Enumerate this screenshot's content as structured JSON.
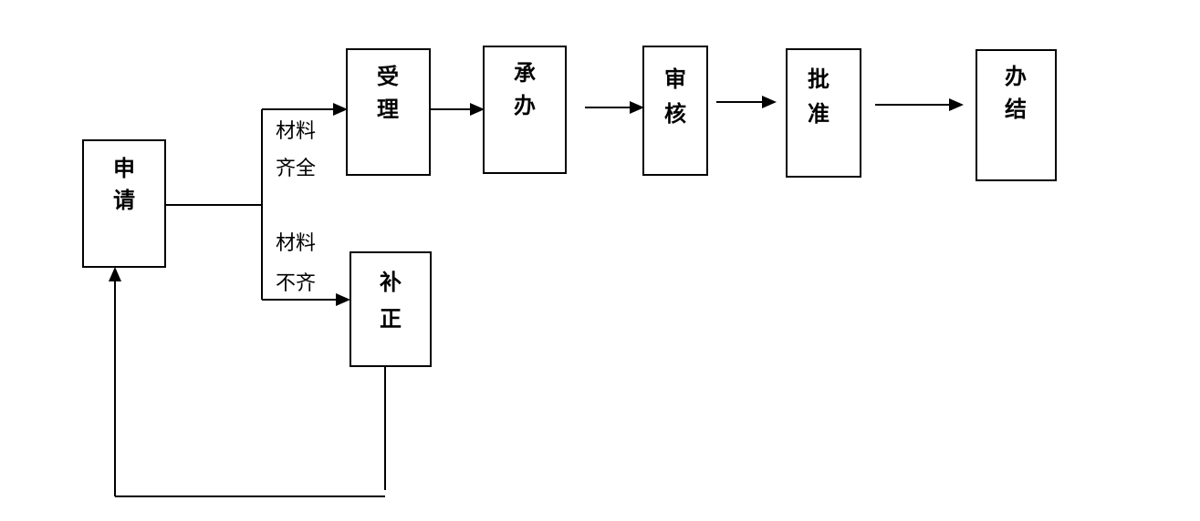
{
  "nodes": {
    "apply": [
      "申",
      "请"
    ],
    "accept": [
      "受",
      "理"
    ],
    "handle": [
      "承",
      "办"
    ],
    "review": [
      "审",
      "核"
    ],
    "approve": [
      "批",
      "准"
    ],
    "complete": [
      "办",
      "结"
    ],
    "supplement": [
      "补",
      "正"
    ]
  },
  "conditions": {
    "complete_materials": [
      "材料",
      "齐全"
    ],
    "incomplete_materials": [
      "材料",
      "不齐"
    ]
  }
}
